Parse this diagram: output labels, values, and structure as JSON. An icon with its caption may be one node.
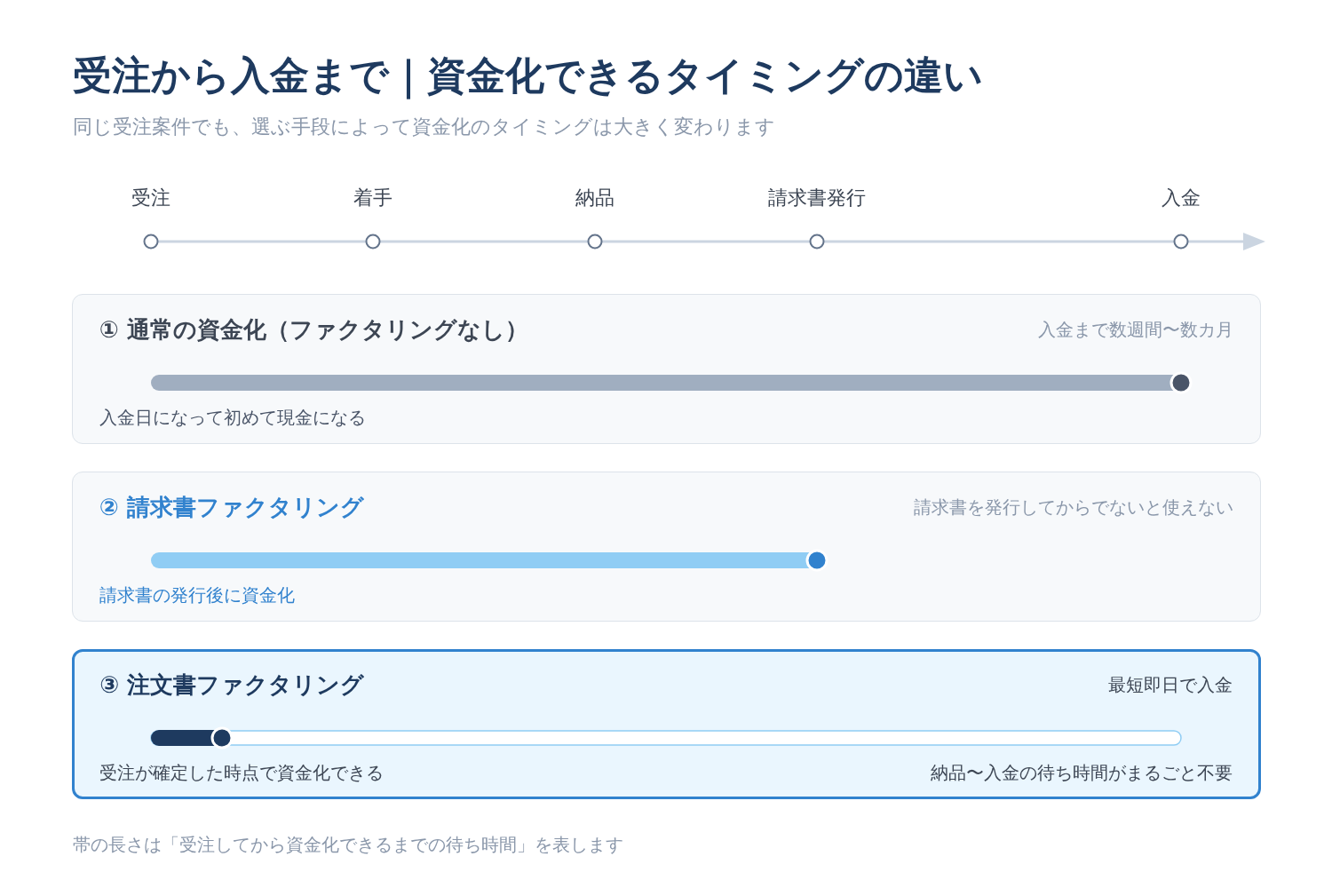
{
  "diagram": {
    "title": "受注から入金まで｜資金化できるタイミングの違い",
    "caption": "帯の長さは「受注してから資金化できるまでの待ち時間」を表します",
    "nodes": [
      {
        "text": [
          "① 通常の資金化（ファクタリングなし）",
          "入金まで数週間〜数カ月",
          "入金日になって初めて現金になる"
        ]
      },
      {
        "text": [
          "② 請求書ファクタリング",
          "請求書を発行してからでないと使えない",
          "請求書の発行後に資金化"
        ]
      },
      {
        "text": [
          "③ 注文書ファクタリング",
          "最短即日で入金",
          "受注が確定した時点で資金化できる",
          "納品〜入金の待ち時間がまるごと不要"
        ]
      }
    ],
    "edges": [],
    "labels": [
      "同じ受注案件でも、選ぶ手段によって資金化のタイミングは大きく変わります",
      "受注",
      "着手",
      "納品",
      "請求書発行",
      "入金"
    ]
  }
}
